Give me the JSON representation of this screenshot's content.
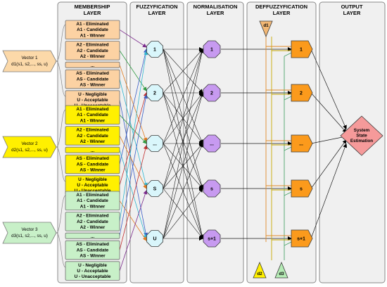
{
  "layers": {
    "membership": [
      "MEMBERSHIP",
      "LAYER"
    ],
    "fuzzy": [
      "FUZZYFICATION",
      "LAYER"
    ],
    "norm": [
      "NORMALISATION",
      "LAYER"
    ],
    "defuzz": [
      "DEFFUZZYFICATION",
      "LAYER"
    ],
    "output": [
      "OUTPUT",
      "LAYER"
    ]
  },
  "vectors": [
    {
      "title": "Vector 1",
      "subtitle": "d1(s1, s2,..., ss, u)",
      "color": "#fcd9a9"
    },
    {
      "title": "Vector 2",
      "subtitle": "d2(s1, s2,..., ss, u)",
      "color": "#fff000"
    },
    {
      "title": "Vector 3",
      "subtitle": "d3(s1, s2,..., ss, u)",
      "color": "#c8f0c8"
    }
  ],
  "membership_groups": [
    {
      "color": "#fcd2a3",
      "boxes": [
        [
          "A1 - Eliminated",
          "A1 - Candidate",
          "A1 - Winner"
        ],
        [
          "A2 - Eliminated",
          "A2 - Candidate",
          "A2 - Winner"
        ],
        [
          "..."
        ],
        [
          "AS - Eliminated",
          "AS - Candidate",
          "AS - Winner"
        ],
        [
          "U - Negligible",
          "U - Acceptable",
          "U - Unacceptable"
        ]
      ]
    },
    {
      "color": "#fff000",
      "boxes": [
        [
          "A1 - Eliminated",
          "A1 - Candidate",
          "A1 - Winner"
        ],
        [
          "A2 - Eliminated",
          "A2 - Candidate",
          "A2 - Winner"
        ],
        [
          "..."
        ],
        [
          "AS - Eliminated",
          "AS - Candidate",
          "AS - Winner"
        ],
        [
          "U - Negligible",
          "U - Acceptable",
          "U - Unacceptable"
        ]
      ]
    },
    {
      "color": "#c8f0c8",
      "boxes": [
        [
          "A1 - Eliminated",
          "A1 - Candidate",
          "A1 - Winner"
        ],
        [
          "A2 - Eliminated",
          "A2 - Candidate",
          "A2 - Winner"
        ],
        [
          "..."
        ],
        [
          "AS - Eliminated",
          "AS - Candidate",
          "AS - Winner"
        ],
        [
          "U - Negligible",
          "U - Acceptable",
          "U - Unacceptable"
        ]
      ]
    }
  ],
  "fuzzy_nodes": [
    "1",
    "2",
    "...",
    "S",
    "U"
  ],
  "norm_nodes": [
    "1",
    "2",
    "...",
    "s",
    "s+1"
  ],
  "defuzz_nodes": [
    "1",
    "2",
    "...",
    "s",
    "s+1"
  ],
  "triangles": [
    "d1",
    "d2",
    "d3"
  ],
  "output": [
    "System",
    "State",
    "Estimation"
  ],
  "colors": {
    "fuzzy_fill": "#d9f6fb",
    "norm_fill": "#c79af0",
    "defuzz_fill": "#fb9a1c",
    "output_fill": "#f59a9a",
    "tri_d1": "#f2b774",
    "tri_d2": "#fff000",
    "tri_d3": "#b5ebb5",
    "line_d1": "#e08a2a",
    "line_d2": "#c9a800",
    "line_d3": "#4aa36a",
    "membership_arrows": [
      "#7b2a8c",
      "#2f9a43",
      "#e07a1e",
      "#2fb6d0",
      "#3b5fc7",
      "#c22f2f"
    ]
  }
}
